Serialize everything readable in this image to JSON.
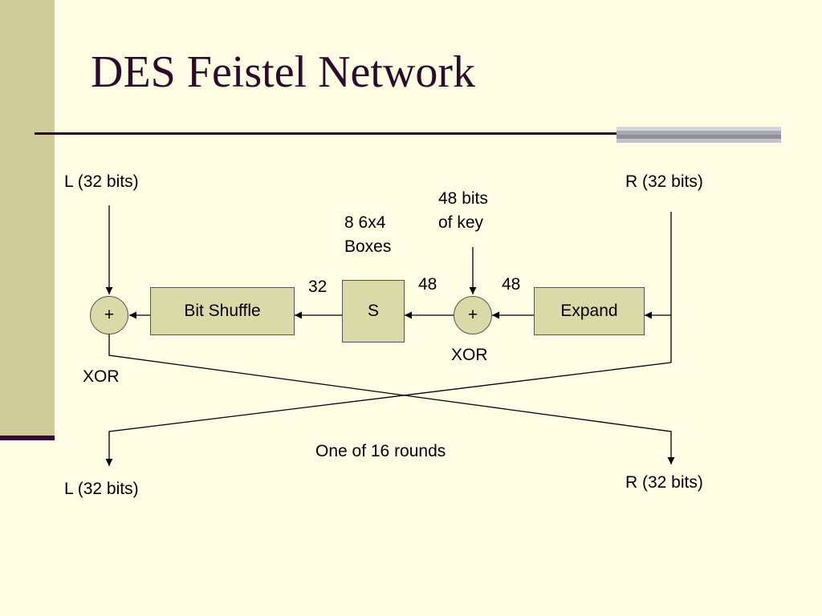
{
  "slide": {
    "title": "DES Feistel Network",
    "colors": {
      "background": "#FFFDE3",
      "sidebar": "#CFCC9C",
      "title_text": "#2E0A2A",
      "accent_rule": "#330033",
      "box_fill": "#DADAA8"
    }
  },
  "diagram": {
    "inputs": {
      "left": "L (32 bits)",
      "right": "R (32 bits)"
    },
    "outputs": {
      "left": "L (32 bits)",
      "right": "R (32 bits)"
    },
    "key_label": {
      "line1": "48 bits",
      "line2": "of key"
    },
    "sbox_label": {
      "line1": "8 6x4",
      "line2": "Boxes"
    },
    "boxes": {
      "bit_shuffle": "Bit Shuffle",
      "s": "S",
      "expand": "Expand"
    },
    "xor_symbol": "+",
    "xor_label": "XOR",
    "widths": {
      "s_to_shuffle": "32",
      "xor_to_s": "48",
      "expand_to_xor": "48"
    },
    "caption": "One of 16 rounds"
  }
}
